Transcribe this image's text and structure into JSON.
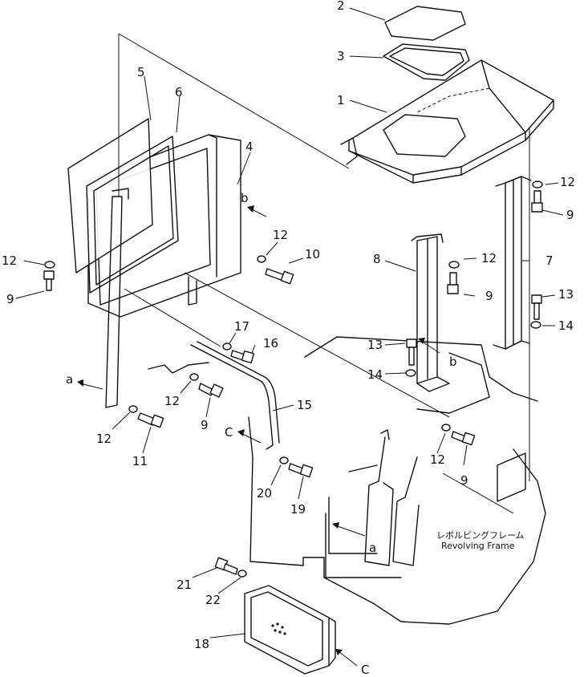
{
  "callouts": {
    "p1": "1",
    "p2": "2",
    "p3": "3",
    "p4": "4",
    "p5": "5",
    "p6": "6",
    "p7": "7",
    "p8": "8",
    "p9_a": "9",
    "p9_b": "9",
    "p9_c": "9",
    "p9_d": "9",
    "p9_e": "9",
    "p10": "10",
    "p11": "11",
    "p12_a": "12",
    "p12_b": "12",
    "p12_c": "12",
    "p12_d": "12",
    "p12_e": "12",
    "p12_f": "12",
    "p12_g": "12",
    "p13_a": "13",
    "p13_b": "13",
    "p14_a": "14",
    "p14_b": "14",
    "p15": "15",
    "p16": "16",
    "p17": "17",
    "p18": "18",
    "p19": "19",
    "p20": "20",
    "p21": "21",
    "p22": "22"
  },
  "refs": {
    "a_left": "a",
    "a_frame": "a",
    "b_upper": "b",
    "b_lower": "b",
    "c_upper": "C",
    "c_lower": "C"
  },
  "frame_label": {
    "japanese": "レボルビングフレーム",
    "english": "Revolving Frame"
  }
}
